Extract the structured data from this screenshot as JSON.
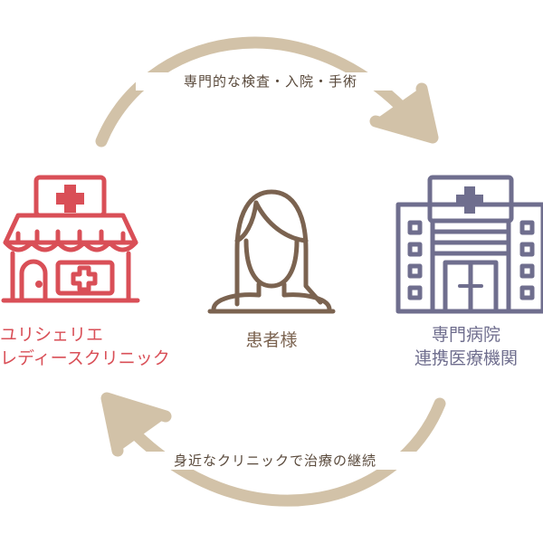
{
  "top_arrow": {
    "label": "専門的な検査・入院・手術"
  },
  "bottom_arrow": {
    "label": "身近なクリニックで治療の継続"
  },
  "left_node": {
    "name_line1": "ユリシェリエ",
    "name_line2": "レディースクリニック",
    "icon": "clinic-shop-icon"
  },
  "center_node": {
    "name": "患者様",
    "icon": "patient-woman-icon"
  },
  "right_node": {
    "name_line1": "専門病院",
    "name_line2": "連携医療機関",
    "icon": "hospital-building-icon"
  },
  "colors": {
    "arrow": "#d2c2a8",
    "clinic": "#d94f57",
    "patient": "#7b6350",
    "hospital": "#6f6e8e",
    "text": "#5a4a3c"
  }
}
